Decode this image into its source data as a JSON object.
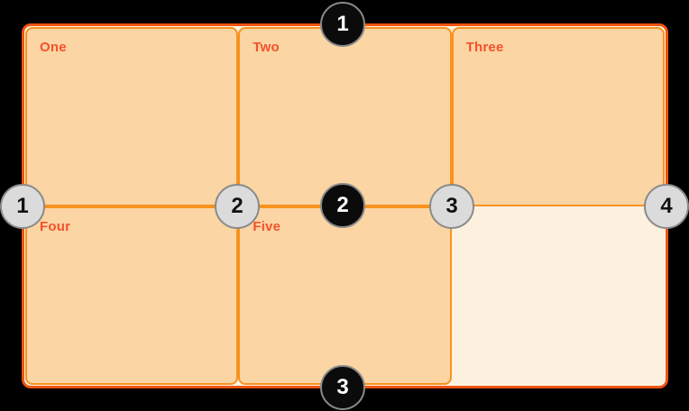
{
  "diagram": {
    "description": "CSS grid lines illustration: 3 columns by 2 rows, five filled items, one empty cell",
    "columns": 3,
    "rows": 2
  },
  "grid": {
    "cells": [
      {
        "label": "One"
      },
      {
        "label": "Two"
      },
      {
        "label": "Three"
      },
      {
        "label": "Four"
      },
      {
        "label": "Five"
      },
      {
        "label": ""
      }
    ]
  },
  "line_markers": {
    "rows": [
      {
        "number": "1"
      },
      {
        "number": "2"
      },
      {
        "number": "3"
      }
    ],
    "columns": [
      {
        "number": "1"
      },
      {
        "number": "2"
      },
      {
        "number": "3"
      },
      {
        "number": "4"
      }
    ]
  },
  "colors": {
    "page_background": "#000000",
    "container_border": "#ee5310",
    "container_background": "#fff6e9",
    "cell_background": "#fbd5a3",
    "cell_border": "#f7921e",
    "empty_cell_background": "#fcf0df",
    "label_text": "#f4512c",
    "row_marker_fill": "#0b0b0b",
    "row_marker_text": "#ffffff",
    "column_marker_fill": "#dbdbdb",
    "column_marker_text": "#111111",
    "marker_ring": "#8a8a8a"
  }
}
